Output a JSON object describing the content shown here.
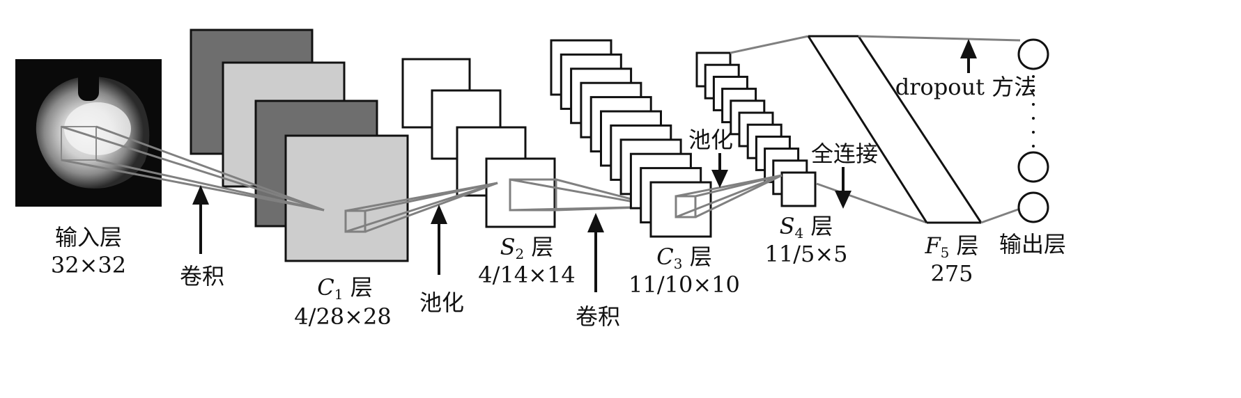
{
  "input_layer": {
    "name": "输入层",
    "size": "32×32"
  },
  "c1_layer": {
    "letter": "C",
    "index": "1",
    "suffix": " 层",
    "dims": "4/28×28"
  },
  "s2_layer": {
    "letter": "S",
    "index": "2",
    "suffix": " 层",
    "dims": "4/14×14"
  },
  "c3_layer": {
    "letter": "C",
    "index": "3",
    "suffix": " 层",
    "dims": "11/10×10"
  },
  "s4_layer": {
    "letter": "S",
    "index": "4",
    "suffix": " 层",
    "dims": "11/5×5"
  },
  "f5_layer": {
    "letter": "F",
    "index": "5",
    "suffix": " 层",
    "dims": "275"
  },
  "output_layer": {
    "name": "输出层"
  },
  "operations": {
    "conv_1": "卷积",
    "pool_1": "池化",
    "conv_2": "卷积",
    "pool_2": "池化",
    "full_connect": "全连接",
    "dropout": "dropout 方法"
  },
  "colors": {
    "dark_map": "#6e6e6e",
    "light_map": "#cdcdcd",
    "connector": "#808080",
    "stroke": "#111111"
  }
}
